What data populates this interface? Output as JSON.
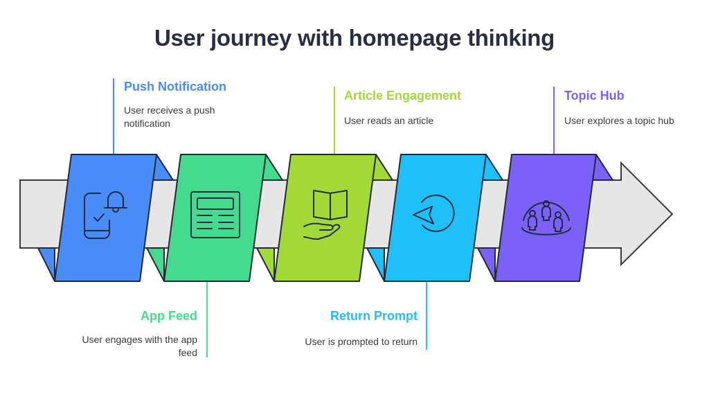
{
  "title": "User journey with homepage thinking",
  "colors": {
    "title": "#2b2d42",
    "outline": "#222a3a",
    "arrow_fill": "#e6e6e6",
    "description": "#3a3a3a"
  },
  "steps": [
    {
      "label": "Push Notification",
      "description": "User receives a push notification",
      "color": "#4a8cf7",
      "icon": "phone-notification-bell-icon",
      "position": "top"
    },
    {
      "label": "App Feed",
      "description": "User engages with the app feed",
      "color": "#45db8e",
      "icon": "news-feed-icon",
      "position": "bottom"
    },
    {
      "label": "Article Engagement",
      "description": "User reads an article",
      "color": "#a3d936",
      "icon": "open-book-hand-icon",
      "position": "top"
    },
    {
      "label": "Return Prompt",
      "description": "User is prompted to return",
      "color": "#1ec0f7",
      "icon": "return-pointer-circle-icon",
      "position": "bottom"
    },
    {
      "label": "Topic Hub",
      "description": "User explores a topic hub",
      "color": "#7b61f8",
      "icon": "community-group-icon",
      "position": "top"
    }
  ]
}
